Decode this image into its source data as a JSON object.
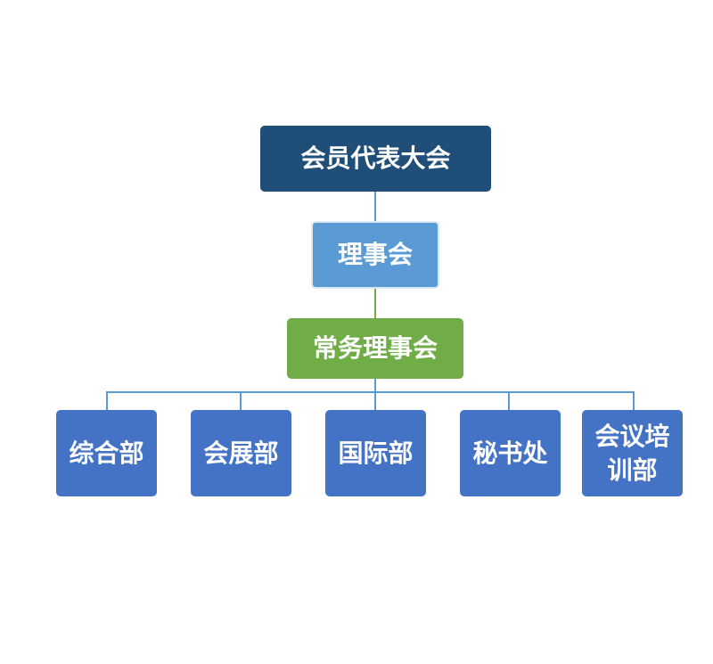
{
  "org_chart": {
    "assembly": {
      "label": "会员代表大会"
    },
    "council": {
      "label": "理事会"
    },
    "standing_council": {
      "label": "常务理事会"
    },
    "departments": [
      {
        "label": "综合部"
      },
      {
        "label": "会展部"
      },
      {
        "label": "国际部"
      },
      {
        "label": "秘书处"
      },
      {
        "label": "会议培训部"
      }
    ]
  },
  "colors": {
    "assembly": "#1f4e79",
    "council": "#5b9bd5",
    "standing_council": "#70ad47",
    "department": "#4472c4",
    "connector": "#5b9bd5",
    "council_connector": "#70ad47"
  }
}
